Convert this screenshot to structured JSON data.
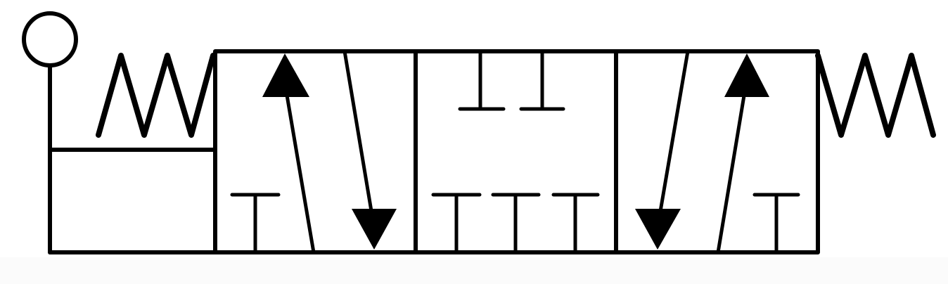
{
  "symbol": {
    "kind": "4/3 directional control valve",
    "positions": 3,
    "actuation_left": [
      "pilot",
      "spring"
    ],
    "actuation_right": [
      "spring"
    ],
    "colors": {
      "line": "#000000",
      "background": "#ffffff",
      "bottom_strip": "#fbfbfb"
    },
    "icons": [
      "pilot-circle-icon",
      "left-spring-icon",
      "right-spring-icon",
      "arrow-up-icon",
      "arrow-down-icon",
      "blocked-port-icon"
    ]
  }
}
